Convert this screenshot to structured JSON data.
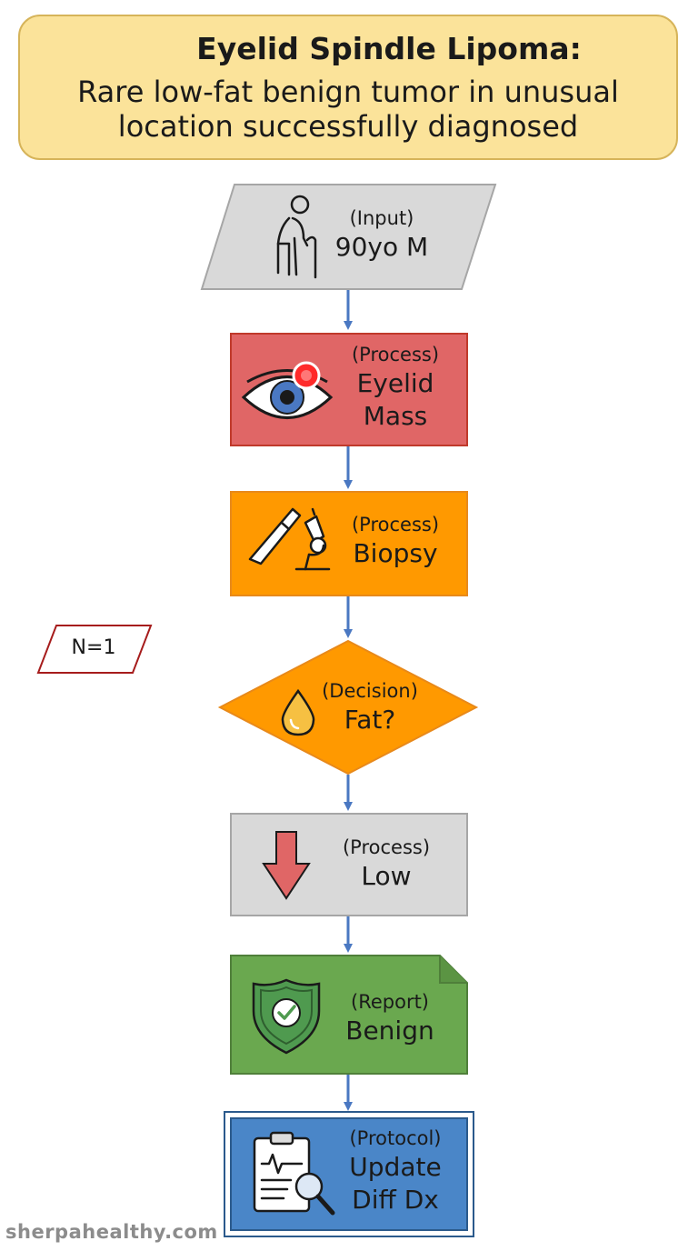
{
  "title": {
    "heading": "Eyelid Spindle Lipoma:",
    "subtitle_line1": "Rare low-fat benign tumor in unusual",
    "subtitle_line2": "location successfully diagnosed",
    "icon": "eye-icon"
  },
  "nodes": [
    {
      "id": "input",
      "shape": "parallelogram",
      "tag": "(Input)",
      "label": [
        "90yo M"
      ],
      "icon": "elderly-man-icon",
      "fill": "#d9d9d9",
      "stroke": "#a6a6a6"
    },
    {
      "id": "eyelid-mass",
      "shape": "rectangle",
      "tag": "(Process)",
      "label": [
        "Eyelid",
        "Mass"
      ],
      "icon": "eye-with-mass-icon",
      "fill": "#e06666",
      "stroke": "#c0392b"
    },
    {
      "id": "biopsy",
      "shape": "rectangle",
      "tag": "(Process)",
      "label": [
        "Biopsy"
      ],
      "icon": "scalpel-microscope-icon",
      "fill": "#ff9900",
      "stroke": "#e8891a"
    },
    {
      "id": "fat-decision",
      "shape": "diamond",
      "tag": "(Decision)",
      "label": [
        "Fat?"
      ],
      "icon": "fat-drop-icon",
      "fill": "#ff9900",
      "stroke": "#e8891a"
    },
    {
      "id": "low",
      "shape": "rectangle",
      "tag": "(Process)",
      "label": [
        "Low"
      ],
      "icon": "down-arrow-icon",
      "fill": "#d9d9d9",
      "stroke": "#a6a6a6"
    },
    {
      "id": "benign",
      "shape": "document",
      "tag": "(Report)",
      "label": [
        "Benign"
      ],
      "icon": "shield-check-icon",
      "fill": "#6aa84f",
      "stroke": "#4f7f3a"
    },
    {
      "id": "update-diff-dx",
      "shape": "double-rectangle",
      "tag": "(Protocol)",
      "label": [
        "Update",
        "Diff Dx"
      ],
      "icon": "clipboard-search-icon",
      "fill": "#4a86c8",
      "stroke": "#2b5a8c"
    }
  ],
  "sample_size": "N=1",
  "watermark": "sherpahealthy.com",
  "colors": {
    "arrow": "#4a78c2",
    "title_fill": "#fbe39a",
    "title_stroke": "#d6b45a",
    "n_box_stroke": "#a61c1c"
  }
}
